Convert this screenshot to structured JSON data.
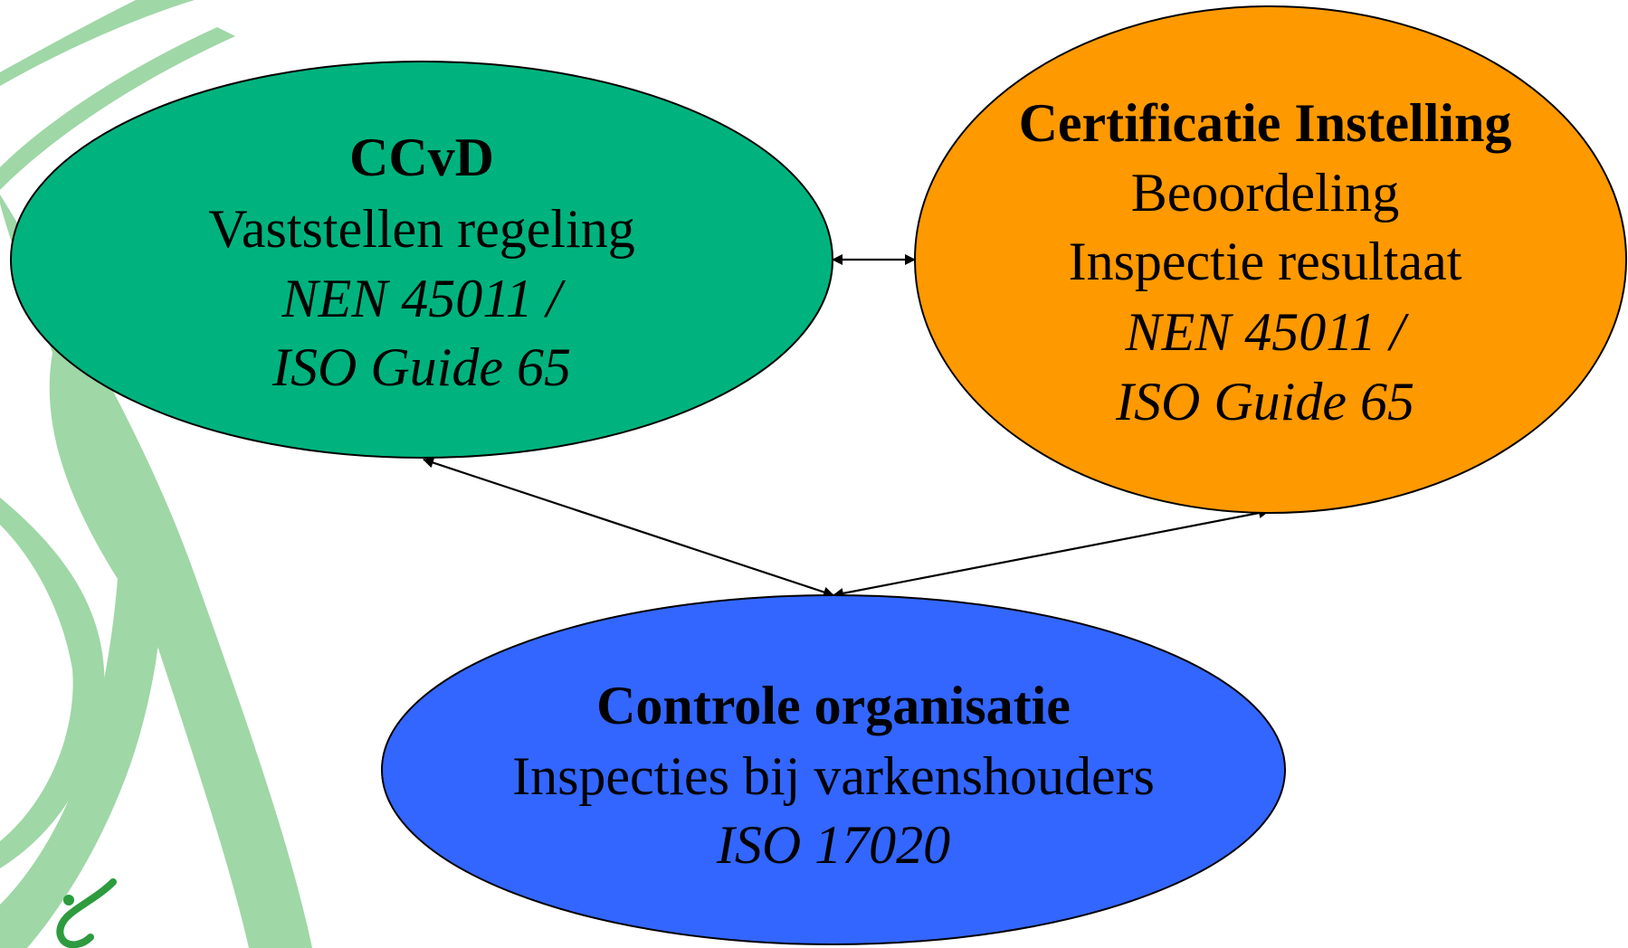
{
  "colors": {
    "background": "#ffffff",
    "ribbon": "#9fd7a6",
    "ccvd": "#00b37e",
    "ci": "#fe9900",
    "co": "#3366ff",
    "outline": "#000000",
    "logo": "#2e9b3f"
  },
  "nodes": {
    "ccvd": {
      "title": "CCvD",
      "line1": "Vaststellen regeling",
      "std1": "NEN 45011 /",
      "std2": "ISO Guide 65"
    },
    "ci": {
      "title": "Certificatie Instelling",
      "line1": "Beoordeling",
      "line2": "Inspectie resultaat",
      "std1": "NEN 45011 /",
      "std2": "ISO Guide 65"
    },
    "co": {
      "title": "Controle organisatie",
      "line1": "Inspecties bij varkenshouders",
      "std1": "ISO 17020"
    }
  },
  "edges": [
    {
      "from": "ccvd",
      "to": "ci",
      "direction": "both"
    },
    {
      "from": "ccvd",
      "to": "co",
      "direction": "both"
    },
    {
      "from": "ci",
      "to": "co",
      "direction": "both"
    }
  ],
  "decoration": {
    "logo_icon": "leaf-figure-icon"
  }
}
